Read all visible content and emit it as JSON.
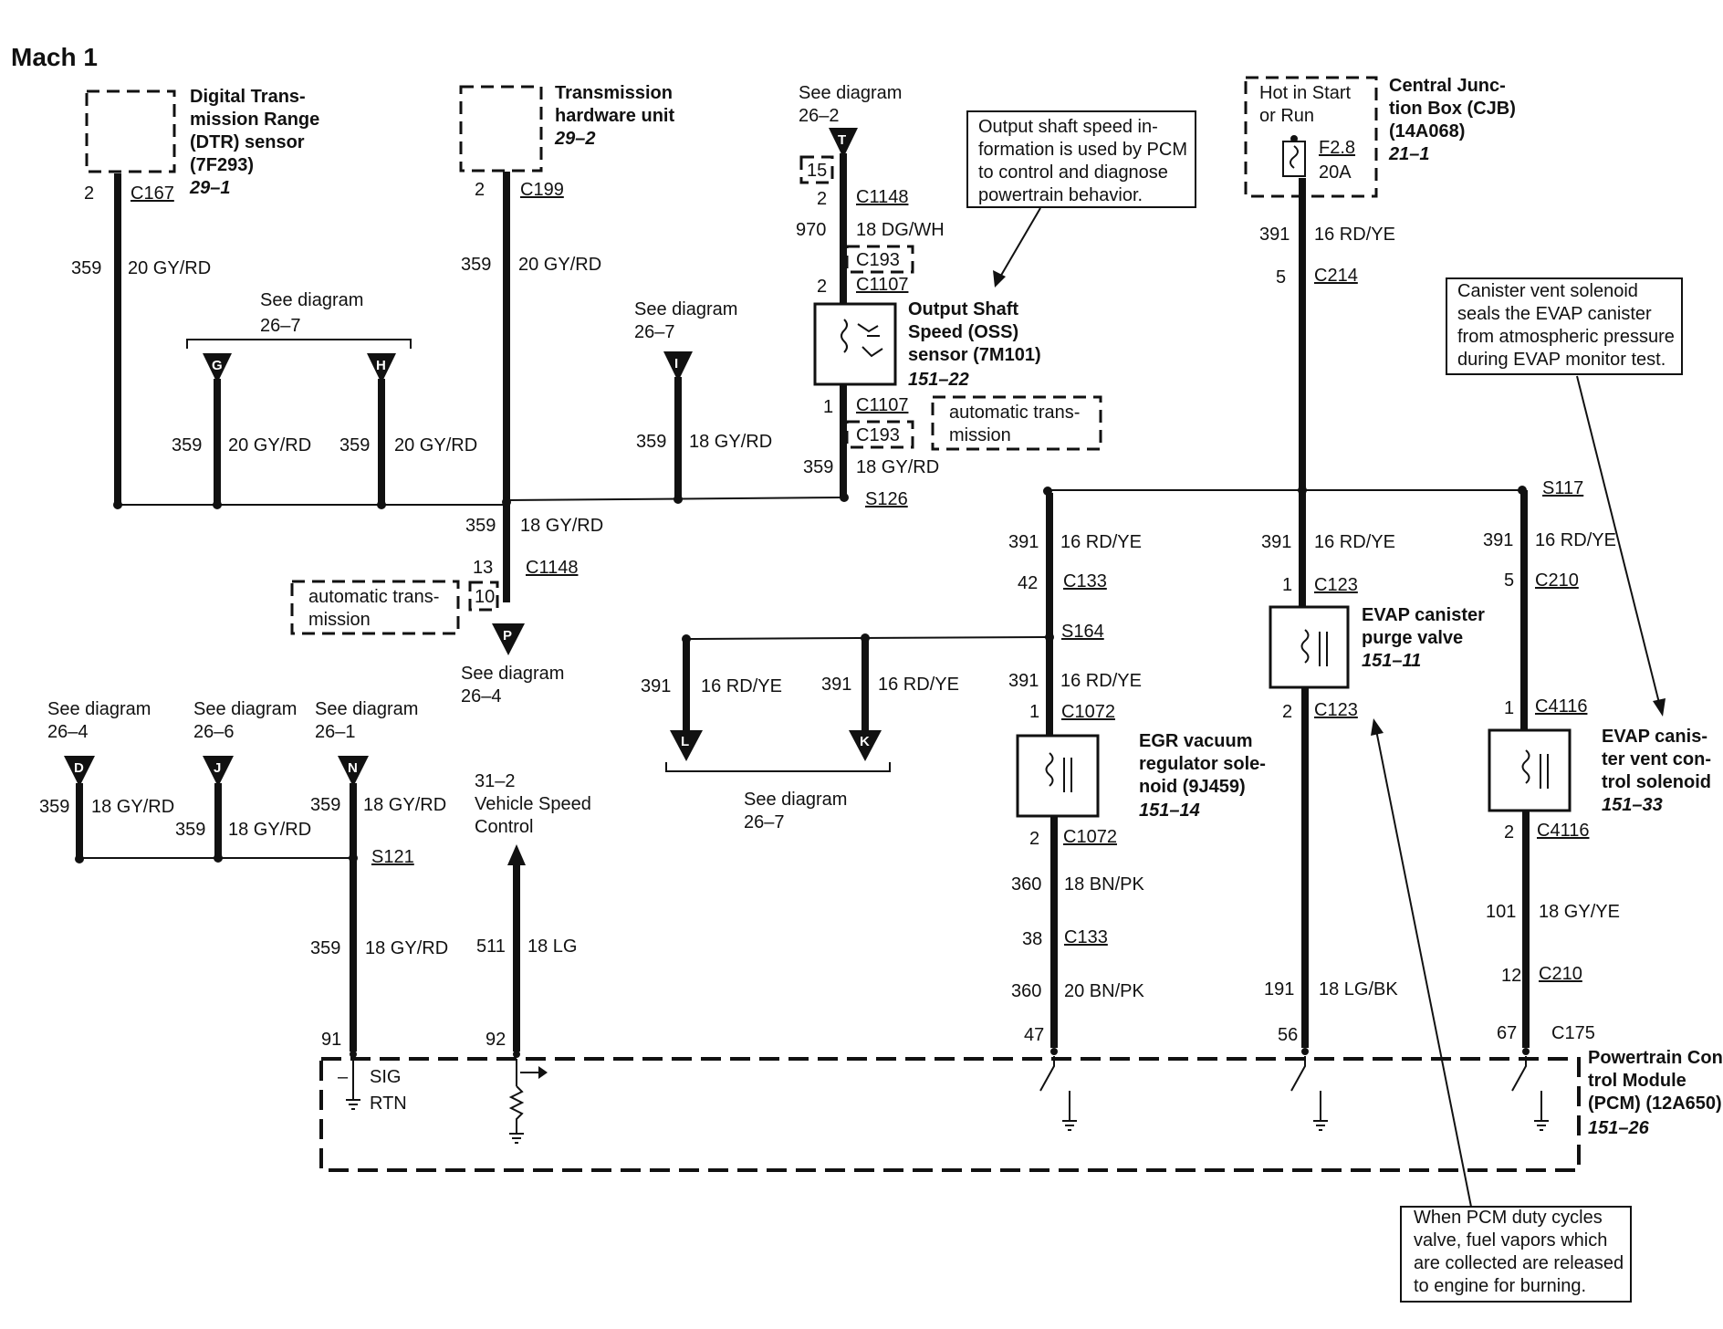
{
  "title": "Mach 1",
  "components": {
    "dtr": {
      "name": "Digital Trans-\nmission Range\n(DTR) sensor\n(7F293)",
      "ref": "29–1"
    },
    "thu": {
      "name": "Transmission\nhardware unit",
      "ref": "29–2"
    },
    "oss": {
      "name": "Output Shaft\nSpeed (OSS)\nsensor (7M101)",
      "ref": "151–22"
    },
    "cjb": {
      "name": "Central Junc-\ntion Box (CJB)\n(14A068)",
      "ref": "21–1",
      "power": "Hot in Start\nor Run",
      "fuse": "F2.8",
      "amps": "20A"
    },
    "egr": {
      "name": "EGR vacuum\nregulator sole-\nnoid (9J459)",
      "ref": "151–14"
    },
    "evap_purge": {
      "name": "EVAP canister\npurge valve",
      "ref": "151–11"
    },
    "evap_vent": {
      "name": "EVAP canis-\nter vent con-\ntrol solenoid",
      "ref": "151–33"
    },
    "pcm": {
      "name": "Powertrain Con-\ntrol Module\n(PCM) (12A650)",
      "ref": "151–26",
      "sig": "SIG",
      "rtn": "RTN",
      "minus": "–"
    },
    "vsc": {
      "ref": "31–2",
      "name": "Vehicle Speed\nControl"
    }
  },
  "notes": {
    "oss_note": "Output shaft speed in-\nformation is used by PCM\nto control and diagnose\npowertrain behavior.",
    "vent_note": "Canister vent solenoid\nseals the EVAP canister\nfrom atmospheric pressure\nduring EVAP monitor test.",
    "purge_note": "When PCM duty cycles\nvalve, fuel vapors which\nare collected are released\nto engine for burning.",
    "auto_trans_1": "automatic trans-\nmission",
    "auto_trans_2": "automatic trans-\nmission"
  },
  "see_diagram": {
    "label": "See diagram",
    "t": "26–2",
    "gh": "26–7",
    "i": "26–7",
    "p": "26–4",
    "d": "26–4",
    "j": "26–6",
    "n": "26–1",
    "lk": "26–7"
  },
  "flags": {
    "T": "T",
    "G": "G",
    "H": "H",
    "I": "I",
    "P": "P",
    "D": "D",
    "J": "J",
    "N": "N",
    "L": "L",
    "K": "K"
  },
  "labels": {
    "dtr_pin": "2",
    "dtr_conn": "C167",
    "dtr_circ": "359",
    "dtr_wire": "20 GY/RD",
    "thu_pin": "2",
    "thu_conn": "C199",
    "thu_circ": "359",
    "thu_wire": "20 GY/RD",
    "g_circ": "359",
    "g_wire": "20 GY/RD",
    "h_circ": "359",
    "h_wire": "20 GY/RD",
    "i_circ": "359",
    "i_wire": "18 GY/RD",
    "t_box": "15",
    "t_pin": "2",
    "t_conn": "C1148",
    "t_circ": "970",
    "t_wire": "18 DG/WH",
    "t_c193": "C193",
    "oss_pin_top": "2",
    "oss_conn_top": "C1107",
    "oss_pin_bot": "1",
    "oss_conn_bot": "C1107",
    "oss_c193": "C193",
    "oss_circ": "359",
    "oss_wire": "18 GY/RD",
    "s126": "S126",
    "p_circ": "359",
    "p_wire": "18 GY/RD",
    "p_pin": "13",
    "p_box": "10",
    "p_conn": "C1148",
    "cjb_circ": "391",
    "cjb_wire": "16 RD/YE",
    "cjb_pin": "5",
    "cjb_conn": "C214",
    "s117": "S117",
    "egr_circ1": "391",
    "egr_wire1": "16 RD/YE",
    "egr_pin1": "42",
    "egr_conn1": "C133",
    "s164": "S164",
    "egr_circ2": "391",
    "egr_wire2": "16 RD/YE",
    "egr_pin2": "1",
    "egr_conn2": "C1072",
    "egr_pin3": "2",
    "egr_conn3": "C1072",
    "egr_circ3": "360",
    "egr_wire3": "18 BN/PK",
    "egr_pin4": "38",
    "egr_conn4": "C133",
    "egr_circ4": "360",
    "egr_wire4": "20 BN/PK",
    "egr_pcm_pin": "47",
    "l_circ": "391",
    "l_wire": "16 RD/YE",
    "k_circ": "391",
    "k_wire": "16 RD/YE",
    "purge_circ1": "391",
    "purge_wire1": "16 RD/YE",
    "purge_pin1": "1",
    "purge_conn1": "C123",
    "purge_pin2": "2",
    "purge_conn2": "C123",
    "purge_circ2": "191",
    "purge_wire2": "18 LG/BK",
    "purge_pcm_pin": "56",
    "vent_circ1": "391",
    "vent_wire1": "16 RD/YE",
    "vent_pin1": "5",
    "vent_conn1": "C210",
    "vent_pin2": "1",
    "vent_conn2": "C4116",
    "vent_pin3": "2",
    "vent_conn3": "C4116",
    "vent_circ2": "101",
    "vent_wire2": "18 GY/YE",
    "vent_pin4": "12",
    "vent_conn4": "C210",
    "vent_pcm_pin": "67",
    "c175": "C175",
    "d_circ": "359",
    "d_wire": "18 GY/RD",
    "j_circ": "359",
    "j_wire": "18 GY/RD",
    "n_circ": "359",
    "n_wire": "18 GY/RD",
    "s121": "S121",
    "sig_circ": "359",
    "sig_wire": "18 GY/RD",
    "sig_pcm_pin": "91",
    "vsc_circ": "511",
    "vsc_wire": "18 LG",
    "vsc_pcm_pin": "92"
  }
}
